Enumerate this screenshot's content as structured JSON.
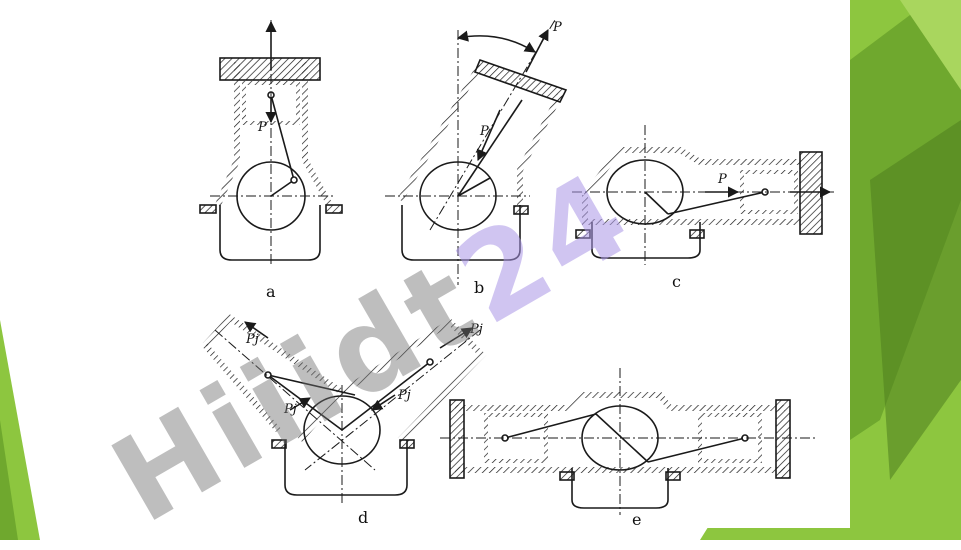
{
  "figure": {
    "labels": {
      "a": "a",
      "b": "b",
      "c": "c",
      "d": "d",
      "e": "e"
    },
    "force_labels": {
      "p_a": "P",
      "p_b_top": "P",
      "p_b_in": "P",
      "p_c": "P",
      "pj_d_left": "Pj",
      "pj_d_left_in": "Pj",
      "pj_d_right_in": "Pj",
      "pj_d_right": "Pj"
    }
  },
  "watermark": {
    "text_main": "Hiiidt",
    "text_tail": "24"
  },
  "colors": {
    "green_light": "#8dc63f",
    "green_mid": "#6fa82e",
    "green_dark": "#4e7d1f",
    "ink": "#1a1a1a"
  }
}
